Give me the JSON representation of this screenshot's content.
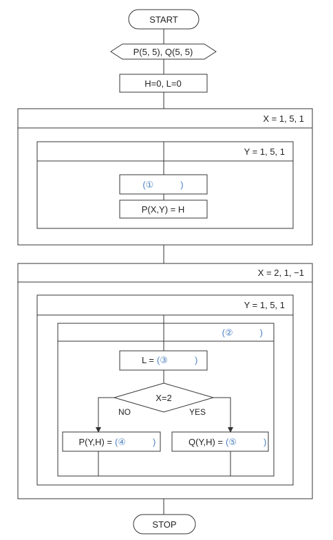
{
  "terminals": {
    "start": "START",
    "stop": "STOP"
  },
  "input": "P(5, 5), Q(5, 5)",
  "init": "H=0, L=0",
  "loop1": {
    "outer": "X = 1, 5, 1",
    "inner": "Y = 1, 5, 1",
    "step1": "(①　　　)",
    "step2": "P(X,Y) = H"
  },
  "loop2": {
    "outer": "X = 2, 1, −1",
    "inner": "Y = 1, 5, 1",
    "innermost": "(②　　　)",
    "assign_l_prefix": "L =",
    "assign_l_blank": "(③　　　)",
    "decision": "X=2",
    "no": "NO",
    "yes": "YES",
    "left_prefix": "P(Y,H) =",
    "left_blank": "(④　　　)",
    "right_prefix": "Q(Y,H) =",
    "right_blank": "(⑤　　　)"
  },
  "colors": {
    "line": "#333333",
    "text": "#222222",
    "blank": "#4a7fc1"
  }
}
